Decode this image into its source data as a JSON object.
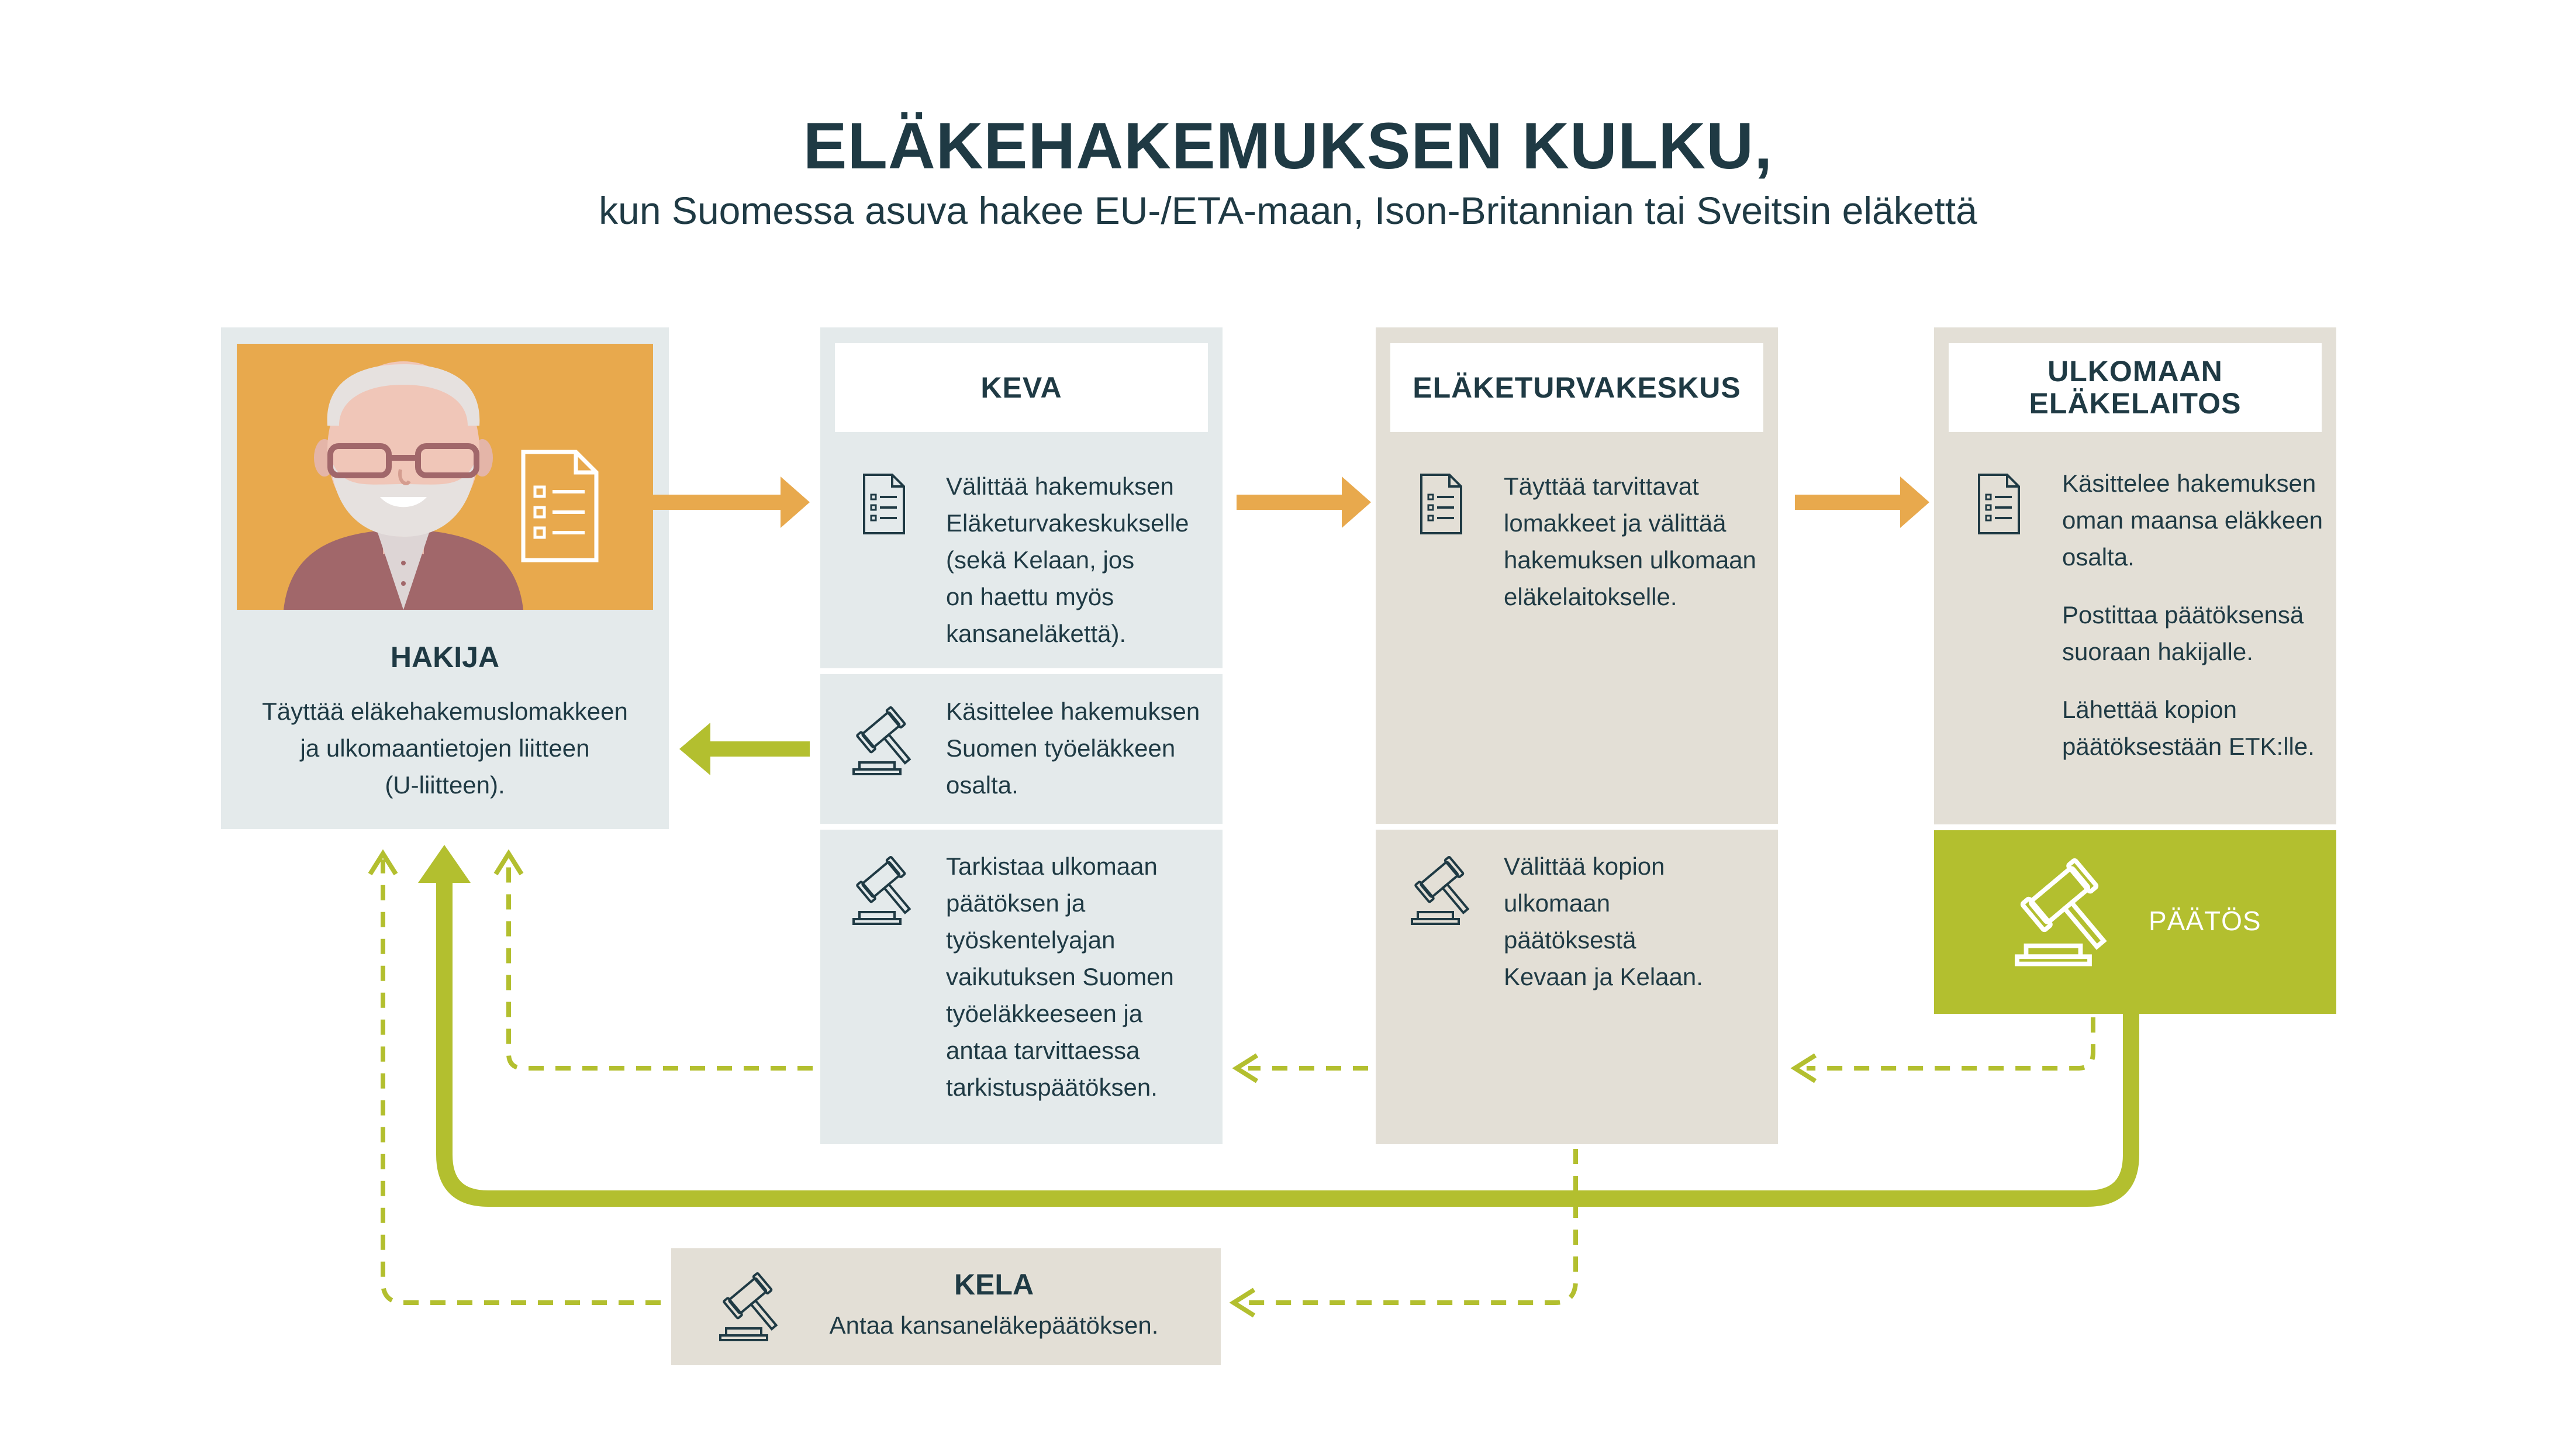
{
  "title": "ELÄKEHAKEMUKSEN KULKU,",
  "subtitle": "kun Suomessa asuva hakee EU-/ETA-maan, Ison-Britannian tai Sveitsin eläkettä",
  "colors": {
    "dark": "#1f3a44",
    "orange": "#e8a94d",
    "green": "#b3bf2f",
    "blue_box": "#e4eaeb",
    "beige_box": "#e3dfd6"
  },
  "hakija": {
    "heading": "HAKIJA",
    "text_lines": [
      "Täyttää eläkehakemuslomakkeen",
      "ja ulkomaantietojen liitteen",
      "(U-liitteen)."
    ]
  },
  "keva": {
    "heading": "KEVA",
    "step1": [
      "Välittää hakemuksen",
      "Eläketurvakeskukselle",
      "(sekä Kelaan, jos",
      "on haettu myös",
      "kansaneläkettä)."
    ],
    "step2": [
      "Käsittelee hakemuksen",
      "Suomen työeläkkeen",
      "osalta."
    ],
    "step3": [
      "Tarkistaa ulkomaan",
      "päätöksen ja",
      "työskentelyajan",
      "vaikutuksen Suomen",
      "työeläkkeeseen ja",
      "antaa tarvittaessa",
      "tarkistuspäätöksen."
    ]
  },
  "etk": {
    "heading": "ELÄKETURVAKESKUS",
    "step1": [
      "Täyttää tarvittavat",
      "lomakkeet ja välittää",
      "hakemuksen ulkomaan",
      "eläkelaitokselle."
    ],
    "step2": [
      "Välittää kopion",
      "ulkomaan",
      "päätöksestä",
      "Kevaan ja Kelaan."
    ]
  },
  "ulkomaan": {
    "heading": [
      "ULKOMAAN",
      "ELÄKELAITOS"
    ],
    "para1": [
      "Käsittelee hakemuksen",
      "oman maansa eläkkeen",
      "osalta."
    ],
    "para2": [
      "Postittaa päätöksensä",
      "suoraan hakijalle."
    ],
    "para3": [
      "Lähettää kopion",
      "päätöksestään ETK:lle."
    ],
    "decision_label": "PÄÄTÖS"
  },
  "kela": {
    "heading": "KELA",
    "text": "Antaa kansaneläkepäätöksen."
  },
  "icons": [
    "person-icon",
    "document-icon",
    "gavel-icon"
  ]
}
